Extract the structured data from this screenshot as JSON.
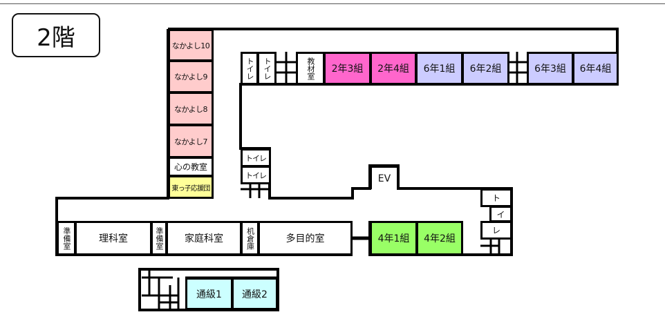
{
  "floor_label": "2階",
  "colors": {
    "nakayoshi": "#ffcccc",
    "grade2": "#ff66cc",
    "grade6": "#ccccff",
    "grade4": "#99ff66",
    "tsukyu": "#ccffff",
    "ouendan": "#ffff99"
  },
  "rooms": {
    "nakayoshi10": "なかよし10",
    "nakayoshi9": "なかよし9",
    "nakayoshi8": "なかよし8",
    "nakayoshi7": "なかよし7",
    "kokoro": "心の教室",
    "ouendan": "東っ子応援団",
    "toilet_a": "トイレ",
    "toilet_b": "トイレ",
    "kyozai": "教材室",
    "c2_3": "2年3組",
    "c2_4": "2年4組",
    "c6_1": "6年1組",
    "c6_2": "6年2組",
    "c6_3": "6年3組",
    "c6_4": "6年4組",
    "toilet_c": "トイレ",
    "toilet_d": "トイレ",
    "ev": "EV",
    "junbi1": "準備室",
    "rika": "理科室",
    "junbi2": "準備室",
    "katei": "家庭科室",
    "tsukue": "机倉庫",
    "tamokuteki": "多目的室",
    "c4_1": "4年1組",
    "c4_2": "4年2組",
    "toilet_to": "ト",
    "toilet_i": "イ",
    "toilet_re": "レ",
    "tsukyu1": "通級1",
    "tsukyu2": "通級2"
  }
}
